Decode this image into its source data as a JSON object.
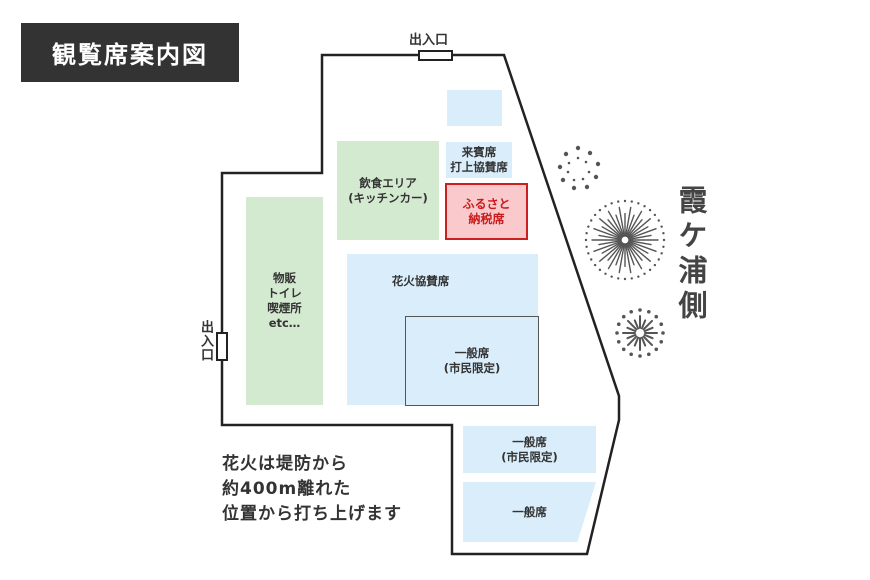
{
  "title": "観覧席案内図",
  "entrances": {
    "top": "出入口",
    "left": "出入口"
  },
  "zones": {
    "empty_blue": "",
    "guest_seats": "来賓席\n打上協賛席",
    "food_area": "飲食エリア\n(キッチンカー)",
    "furusato_tax": "ふるさと\n納税席",
    "shop_area": "物販\nトイレ\n喫煙所\netc…",
    "fireworks_sponsor": "花火協賛席",
    "general_citizen_1": "一般席\n(市民限定)",
    "general_citizen_2": "一般席\n(市民限定)",
    "general": "一般席"
  },
  "note": "花火は堤防から\n約400m離れた\n位置から打ち上げます",
  "side_label": "霞ケ浦側",
  "colors": {
    "title_bg": "#333333",
    "seat_blue": "#d9edfb",
    "area_green": "#d4ead0",
    "furusato_fill": "#f9c9cc",
    "furusato_border": "#cc1f1f",
    "outline": "#222222"
  }
}
